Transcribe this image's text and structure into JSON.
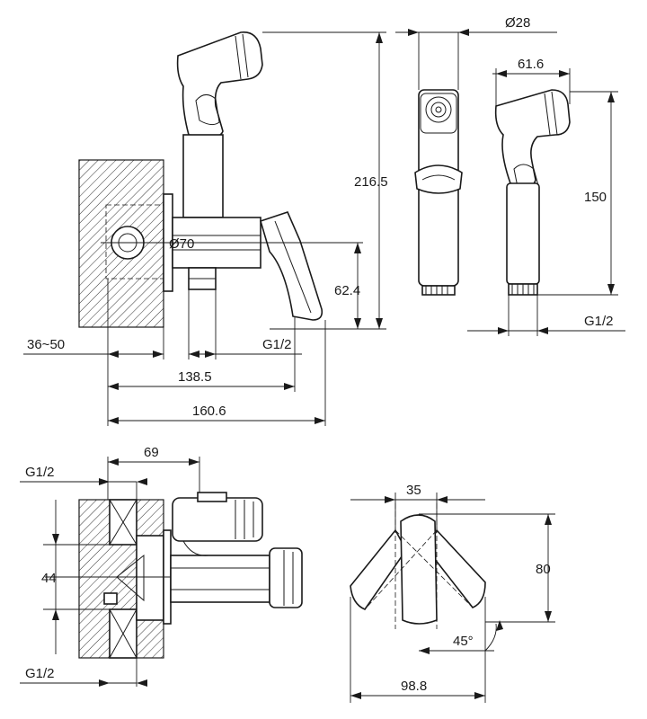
{
  "labels": {
    "d28": "Ø28",
    "d61": "61.6",
    "d216": "216.5",
    "d150": "150",
    "d70": "Ø70",
    "d624": "62.4",
    "g12_a": "G1/2",
    "g12_b": "G1/2",
    "d3650": "36~50",
    "d1385": "138.5",
    "d1606": "160.6",
    "d69": "69",
    "g12_c": "G1/2",
    "d44": "44",
    "g12_d": "G1/2",
    "d35": "35",
    "d80": "80",
    "d45": "45°",
    "d988": "98.8"
  }
}
